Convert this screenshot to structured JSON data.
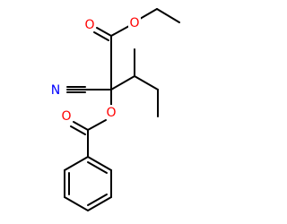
{
  "molecule": {
    "atoms": {
      "oxygen_carbonyl": {
        "symbol": "O",
        "color": "#ff0000"
      },
      "oxygen_ester": {
        "symbol": "O",
        "color": "#ff0000"
      },
      "nitrogen": {
        "symbol": "N",
        "color": "#0000ff"
      },
      "oxygen_benzoyl_ester": {
        "symbol": "O",
        "color": "#ff0000"
      },
      "oxygen_benzoyl_carbonyl": {
        "symbol": "O",
        "color": "#ff0000"
      }
    },
    "bond_color": "#000000"
  }
}
